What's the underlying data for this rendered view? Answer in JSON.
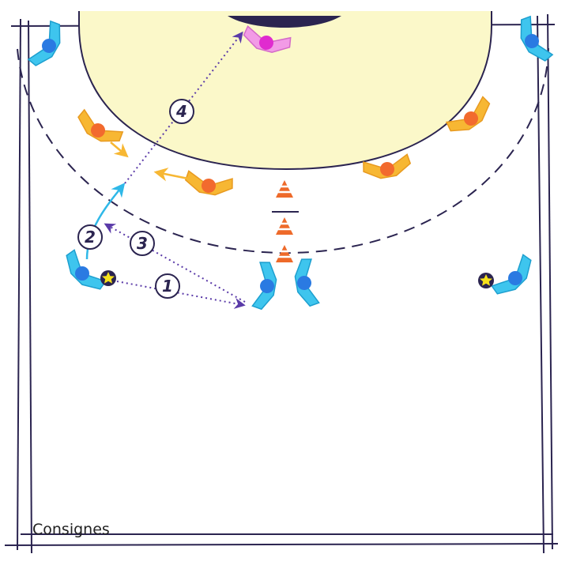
{
  "caption": "Consignes",
  "steps": [
    "1",
    "2",
    "3",
    "4"
  ],
  "colors": {
    "line": "#2b2450",
    "zone_fill": "#fbf8c9",
    "attacker": "#2a7ae2",
    "attacker_body": "#3ec5ee",
    "defender": "#f26a2e",
    "defender_body": "#f7b733",
    "goalkeeper": "#e02bcf",
    "goalkeeper_body": "#f29be6",
    "pass_arrow": "#5a3aa8",
    "run_arrow": "#2fb8e8",
    "cone": "#ee6a2a",
    "ball": "#f6e11a"
  },
  "icons": [
    "star-ball-icon",
    "cone-icon"
  ]
}
